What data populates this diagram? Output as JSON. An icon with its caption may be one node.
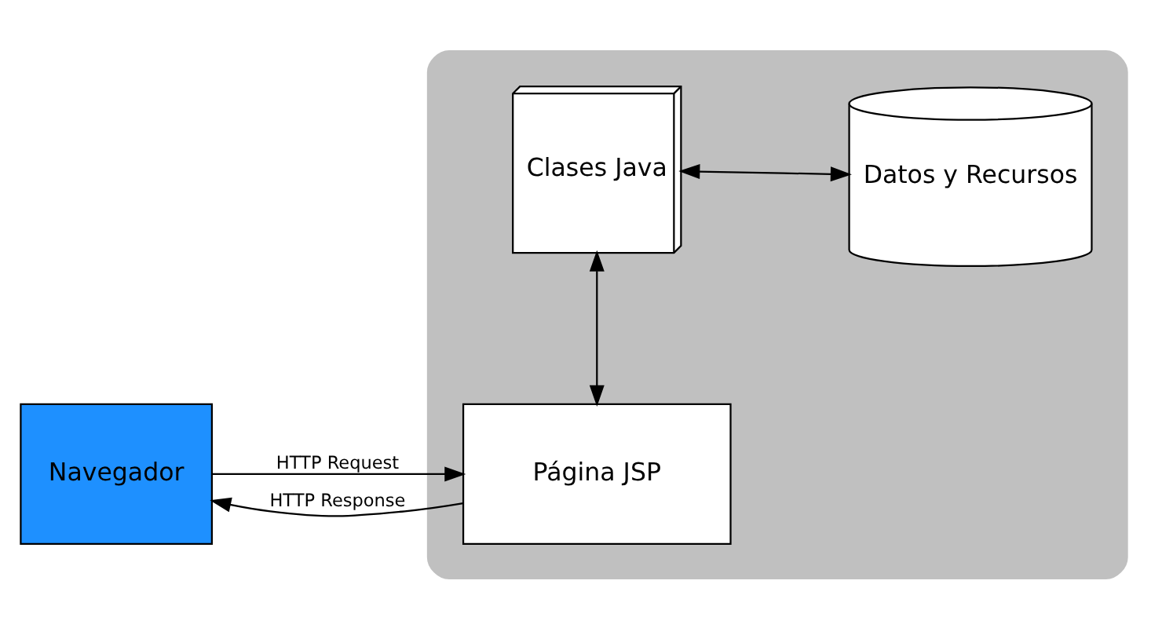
{
  "diagram": {
    "nodes": [
      {
        "text": [
          "Navegador"
        ]
      },
      {
        "text": [],
        "shape": "box"
      },
      {
        "text": [
          "Página JSP"
        ],
        "in": 1
      },
      {
        "text": [
          "Clases Java"
        ],
        "in": 1
      },
      {
        "text": [
          "Datos y Recursos"
        ],
        "in": 1
      }
    ],
    "edges": [
      {
        "from": 0,
        "to": 2,
        "arrow": "to",
        "label": "HTTP Request"
      },
      {
        "from": 2,
        "to": 0,
        "arrow": "to",
        "label": "HTTP Response"
      },
      {
        "from": 2,
        "to": 3,
        "arrow": "both"
      },
      {
        "from": 3,
        "to": 4,
        "arrow": "both"
      }
    ]
  }
}
